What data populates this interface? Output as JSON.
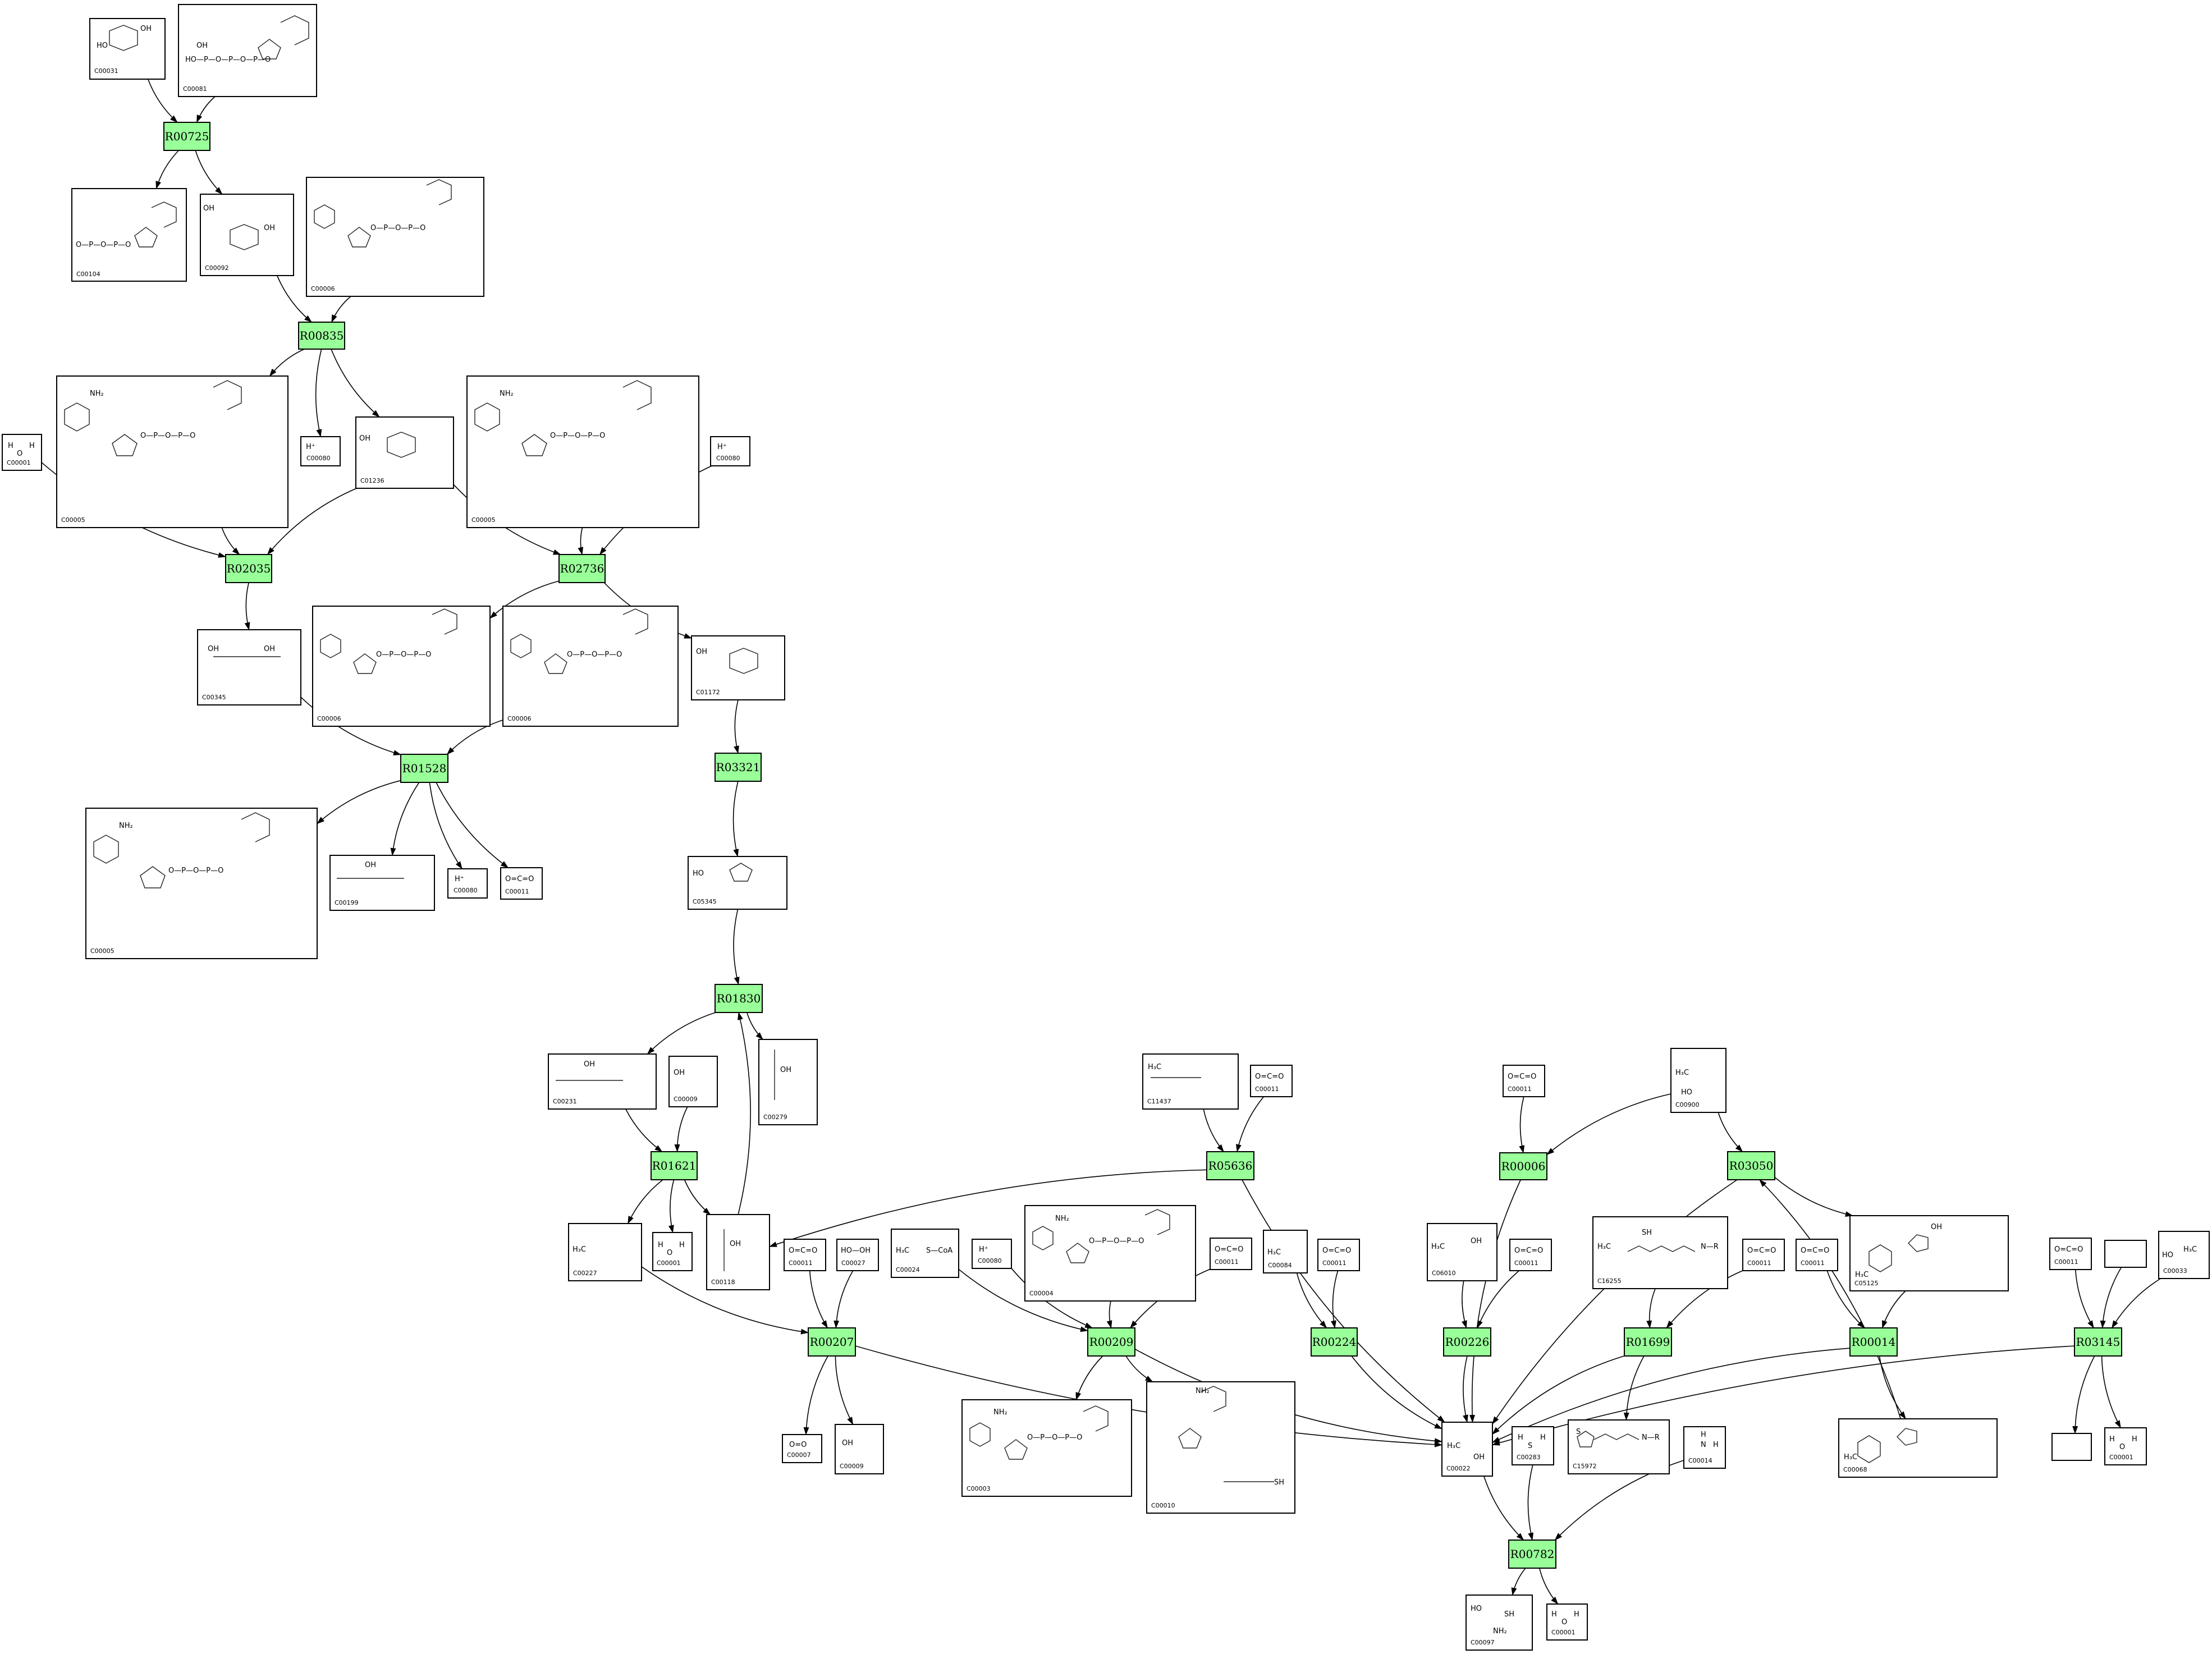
{
  "compounds": [
    {
      "id": "c1",
      "label": "C00031"
    },
    {
      "id": "c2",
      "label": "C00081"
    },
    {
      "id": "c3",
      "label": "C00104"
    },
    {
      "id": "c4",
      "label": "C00092"
    },
    {
      "id": "c5",
      "label": "C00006"
    },
    {
      "id": "c6",
      "label": "C00001"
    },
    {
      "id": "c7",
      "label": "C00005"
    },
    {
      "id": "c8",
      "label": "C00080"
    },
    {
      "id": "c9",
      "label": "C01236"
    },
    {
      "id": "c10",
      "label": "C00005"
    },
    {
      "id": "c11",
      "label": "C00080"
    },
    {
      "id": "c12",
      "label": "C00345"
    },
    {
      "id": "c13",
      "label": "C00006"
    },
    {
      "id": "c14",
      "label": "C00006"
    },
    {
      "id": "c15",
      "label": "C01172"
    },
    {
      "id": "c16",
      "label": "C00005"
    },
    {
      "id": "c17",
      "label": "C00199"
    },
    {
      "id": "c18",
      "label": "C00080"
    },
    {
      "id": "c19",
      "label": "C00011"
    },
    {
      "id": "c20",
      "label": "C05345"
    },
    {
      "id": "c21",
      "label": "C00231"
    },
    {
      "id": "c22",
      "label": "C00009"
    },
    {
      "id": "c23",
      "label": "C00279"
    },
    {
      "id": "c24",
      "label": "C11437"
    },
    {
      "id": "c25",
      "label": "C00011"
    },
    {
      "id": "c26",
      "label": "C00011"
    },
    {
      "id": "c27",
      "label": "C00900"
    },
    {
      "id": "c28",
      "label": "C00227"
    },
    {
      "id": "c29",
      "label": "C00001"
    },
    {
      "id": "c30",
      "label": "C00118"
    },
    {
      "id": "c31",
      "label": "C00011"
    },
    {
      "id": "c32",
      "label": "C00027"
    },
    {
      "id": "c33",
      "label": "C00024"
    },
    {
      "id": "c34",
      "label": "C00080"
    },
    {
      "id": "c35",
      "label": "C00004"
    },
    {
      "id": "c36",
      "label": "C00011"
    },
    {
      "id": "c37",
      "label": "C00084"
    },
    {
      "id": "c38",
      "label": "C00011"
    },
    {
      "id": "c39",
      "label": "C06010"
    },
    {
      "id": "c40",
      "label": "C00011"
    },
    {
      "id": "c41",
      "label": "C16255"
    },
    {
      "id": "c42",
      "label": "C00011"
    },
    {
      "id": "c43",
      "label": "C00011"
    },
    {
      "id": "c44",
      "label": "C05125"
    },
    {
      "id": "c45",
      "label": "C00011"
    },
    {
      "id": "c46",
      "label": ""
    },
    {
      "id": "c47",
      "label": "C00033"
    },
    {
      "id": "c48",
      "label": "C00007"
    },
    {
      "id": "c49",
      "label": "C00009"
    },
    {
      "id": "c50",
      "label": "C00003"
    },
    {
      "id": "c51",
      "label": "C00010"
    },
    {
      "id": "c52",
      "label": "C00022"
    },
    {
      "id": "c53",
      "label": "C00283"
    },
    {
      "id": "c54",
      "label": "C15972"
    },
    {
      "id": "c55",
      "label": "C00014"
    },
    {
      "id": "c56",
      "label": "C00068"
    },
    {
      "id": "c57",
      "label": ""
    },
    {
      "id": "c58",
      "label": "C00001"
    },
    {
      "id": "c59",
      "label": "C00097"
    },
    {
      "id": "c60",
      "label": "C00001"
    }
  ],
  "reactions": [
    {
      "id": "r1",
      "label": "R00725"
    },
    {
      "id": "r2",
      "label": "R00835"
    },
    {
      "id": "r3",
      "label": "R02035"
    },
    {
      "id": "r4",
      "label": "R02736"
    },
    {
      "id": "r5",
      "label": "R01528"
    },
    {
      "id": "r6",
      "label": "R03321"
    },
    {
      "id": "r7",
      "label": "R01830"
    },
    {
      "id": "r8",
      "label": "R01621"
    },
    {
      "id": "r9",
      "label": "R05636"
    },
    {
      "id": "r10",
      "label": "R00006"
    },
    {
      "id": "r11",
      "label": "R03050"
    },
    {
      "id": "r12",
      "label": "R00207"
    },
    {
      "id": "r13",
      "label": "R00209"
    },
    {
      "id": "r14",
      "label": "R00224"
    },
    {
      "id": "r15",
      "label": "R00226"
    },
    {
      "id": "r16",
      "label": "R01699"
    },
    {
      "id": "r17",
      "label": "R00014"
    },
    {
      "id": "r18",
      "label": "R03145"
    },
    {
      "id": "r19",
      "label": "R00782"
    }
  ],
  "edges": [
    [
      "c1",
      "r1"
    ],
    [
      "c2",
      "r1"
    ],
    [
      "r1",
      "c3"
    ],
    [
      "r1",
      "c4"
    ],
    [
      "c4",
      "r2"
    ],
    [
      "c5",
      "r2"
    ],
    [
      "r2",
      "c7"
    ],
    [
      "r2",
      "c8"
    ],
    [
      "r2",
      "c9"
    ],
    [
      "c6",
      "r3"
    ],
    [
      "c7",
      "r3"
    ],
    [
      "c9",
      "r3"
    ],
    [
      "r3",
      "c12"
    ],
    [
      "c9",
      "r4"
    ],
    [
      "c10",
      "r4"
    ],
    [
      "c11",
      "r4"
    ],
    [
      "r4",
      "c13"
    ],
    [
      "r4",
      "c15"
    ],
    [
      "c12",
      "r5"
    ],
    [
      "c14",
      "r5"
    ],
    [
      "r5",
      "c16"
    ],
    [
      "r5",
      "c17"
    ],
    [
      "r5",
      "c18"
    ],
    [
      "r5",
      "c19"
    ],
    [
      "c15",
      "r6"
    ],
    [
      "r6",
      "c20"
    ],
    [
      "c20",
      "r7"
    ],
    [
      "c30",
      "r7"
    ],
    [
      "r7",
      "c21"
    ],
    [
      "r7",
      "c23"
    ],
    [
      "c21",
      "r8"
    ],
    [
      "c22",
      "r8"
    ],
    [
      "r8",
      "c28"
    ],
    [
      "r8",
      "c29"
    ],
    [
      "r8",
      "c30"
    ],
    [
      "c24",
      "r9"
    ],
    [
      "c25",
      "r9"
    ],
    [
      "r9",
      "c30"
    ],
    [
      "r9",
      "c52"
    ],
    [
      "c26",
      "r10"
    ],
    [
      "c27",
      "r10"
    ],
    [
      "r10",
      "c52"
    ],
    [
      "c27",
      "r11"
    ],
    [
      "r11",
      "c44"
    ],
    [
      "r11",
      "c52"
    ],
    [
      "c28",
      "r12"
    ],
    [
      "c31",
      "r12"
    ],
    [
      "c32",
      "r12"
    ],
    [
      "r12",
      "c48"
    ],
    [
      "r12",
      "c49"
    ],
    [
      "r12",
      "c52"
    ],
    [
      "c33",
      "r13"
    ],
    [
      "c34",
      "r13"
    ],
    [
      "c35",
      "r13"
    ],
    [
      "c36",
      "r13"
    ],
    [
      "r13",
      "c50"
    ],
    [
      "r13",
      "c51"
    ],
    [
      "r13",
      "c52"
    ],
    [
      "c37",
      "r14"
    ],
    [
      "c38",
      "r14"
    ],
    [
      "r14",
      "c52"
    ],
    [
      "c39",
      "r15"
    ],
    [
      "c40",
      "r15"
    ],
    [
      "r15",
      "c52"
    ],
    [
      "c41",
      "r16"
    ],
    [
      "c42",
      "r16"
    ],
    [
      "r16",
      "c54"
    ],
    [
      "r16",
      "c52"
    ],
    [
      "c43",
      "r17"
    ],
    [
      "c44",
      "r17"
    ],
    [
      "r17",
      "c56"
    ],
    [
      "r17",
      "c52"
    ],
    [
      "c56",
      "r11"
    ],
    [
      "c45",
      "r18"
    ],
    [
      "c46",
      "r18"
    ],
    [
      "c47",
      "r18"
    ],
    [
      "r18",
      "c57"
    ],
    [
      "r18",
      "c58"
    ],
    [
      "r18",
      "c52"
    ],
    [
      "c52",
      "r19"
    ],
    [
      "c53",
      "r19"
    ],
    [
      "c55",
      "r19"
    ],
    [
      "r19",
      "c59"
    ],
    [
      "r19",
      "c60"
    ]
  ],
  "molecule_text": {
    "t1": "HO",
    "t2": "OH",
    "t3": "HO",
    "t4": "OH",
    "t5": "OH",
    "t6": "OH",
    "t7": "OH",
    "t8": "OH",
    "t9": "HO—P—O—P—O—P—O",
    "t10": "O",
    "t11": "NH₂",
    "t12": "O",
    "t13": "OH",
    "t14": "O—P—O—P—O",
    "t15": "H⁺",
    "t16": "H",
    "t17": "O",
    "t18": "H",
    "t19": "H⁺",
    "t20": "NH₂",
    "t21": "N",
    "t22": "OH",
    "t23": "OH",
    "t24": "H₃C",
    "t25": "S—CoA",
    "t26": "H₃C",
    "t27": "OH",
    "t28": "SH",
    "t29": "H₃C",
    "t30": "N—R",
    "t31": "S",
    "t32": "N—R",
    "t33": "H",
    "t34": "N",
    "t35": "H",
    "t36": "OH",
    "t37": "NH₂",
    "t38": "SH",
    "t39": "O=O",
    "t40": "O=C=O",
    "t41": "HO—OH",
    "t42": "H",
    "t43": "S",
    "t44": "H",
    "t45": "HO",
    "t46": "OH",
    "t47": "H₃C"
  }
}
